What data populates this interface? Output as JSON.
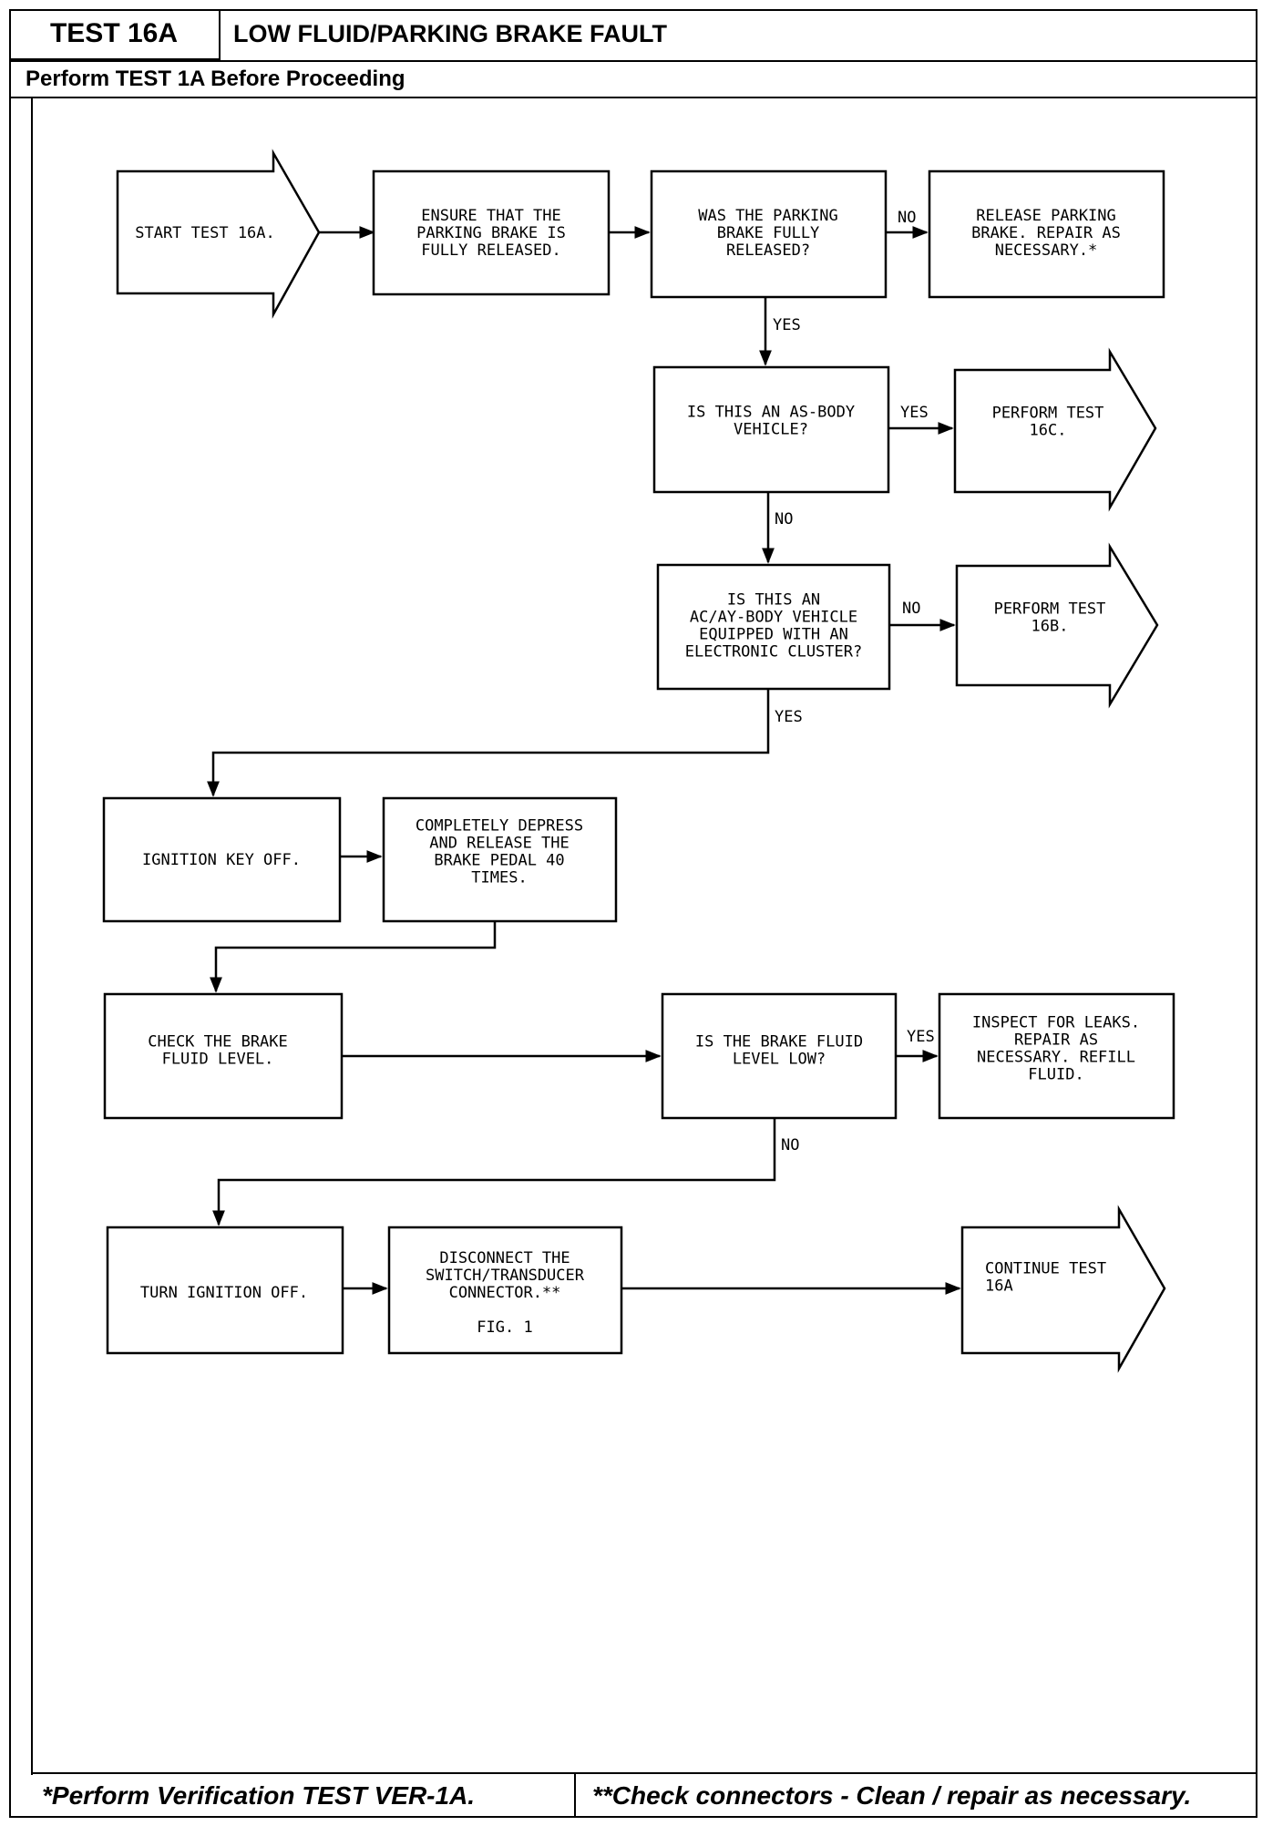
{
  "header": {
    "test_id": "TEST 16A",
    "title": "LOW FLUID/PARKING BRAKE FAULT",
    "subtitle": "Perform TEST 1A Before Proceeding"
  },
  "footer": {
    "note1": "*Perform Verification TEST VER-1A.",
    "note2": "**Check connectors - Clean / repair as necessary."
  },
  "nodes": {
    "start": [
      "START TEST 16A."
    ],
    "ensure": [
      "ENSURE THAT THE",
      "PARKING BRAKE IS",
      "FULLY RELEASED."
    ],
    "q_parking": [
      "WAS THE PARKING",
      "BRAKE FULLY",
      "RELEASED?"
    ],
    "release": [
      "RELEASE PARKING",
      "BRAKE. REPAIR AS",
      "NECESSARY.*"
    ],
    "q_as_body": [
      "IS THIS AN AS-BODY",
      "VEHICLE?"
    ],
    "perform_16c": [
      "PERFORM TEST",
      "16C."
    ],
    "q_ac_ay": [
      "IS THIS AN",
      "AC/AY-BODY VEHICLE",
      "EQUIPPED WITH AN",
      "ELECTRONIC CLUSTER?"
    ],
    "perform_16b": [
      "PERFORM TEST",
      "16B."
    ],
    "ignition_off_1": [
      "IGNITION KEY OFF."
    ],
    "depress": [
      "COMPLETELY DEPRESS",
      "AND RELEASE THE",
      "BRAKE PEDAL 40",
      "TIMES."
    ],
    "check_fluid": [
      "CHECK THE BRAKE",
      "FLUID LEVEL."
    ],
    "q_fluid_low": [
      "IS THE BRAKE FLUID",
      "LEVEL LOW?"
    ],
    "inspect": [
      "INSPECT FOR LEAKS.",
      "REPAIR AS",
      "NECESSARY. REFILL",
      "FLUID."
    ],
    "turn_ignition_off": [
      "TURN IGNITION OFF."
    ],
    "disconnect": [
      "DISCONNECT THE",
      "SWITCH/TRANSDUCER",
      "CONNECTOR.**",
      "",
      "FIG. 1"
    ],
    "continue": [
      "CONTINUE TEST",
      "16A"
    ]
  },
  "edge_labels": {
    "yes": "YES",
    "no": "NO"
  }
}
